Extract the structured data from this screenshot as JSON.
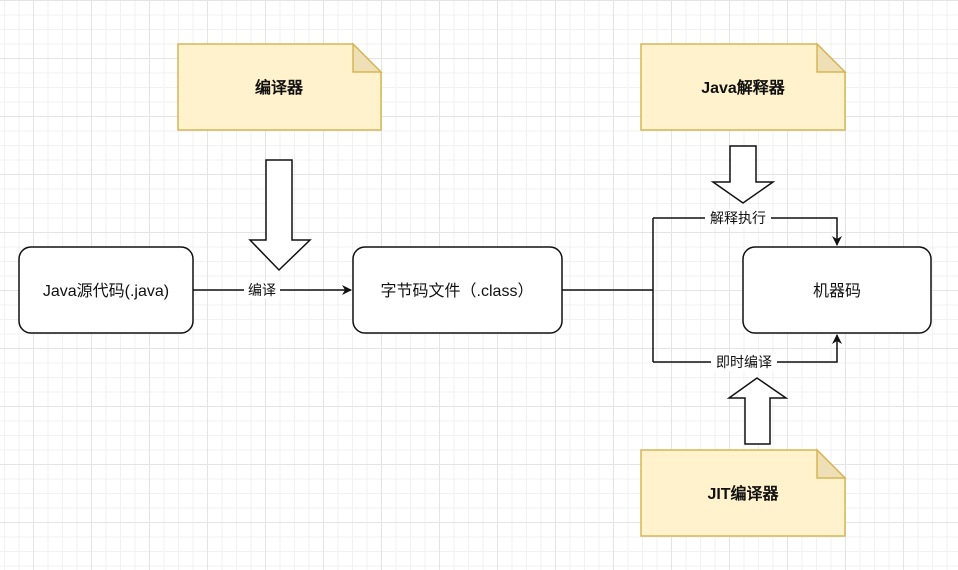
{
  "notes": {
    "compiler": "编译器",
    "interpreter": "Java解释器",
    "jit": "JIT编译器"
  },
  "nodes": {
    "source": "Java源代码(.java)",
    "bytecode": "字节码文件（.class）",
    "machine_code": "机器码"
  },
  "edges": {
    "compile": "编译",
    "interpret_execute": "解释执行",
    "jit_compile": "即时编译"
  },
  "colors": {
    "note_fill": "#fff2cc",
    "note_stroke": "#d6b656",
    "note_fold": "#eedfb7",
    "node_stroke": "#111111",
    "edge": "#111111"
  }
}
